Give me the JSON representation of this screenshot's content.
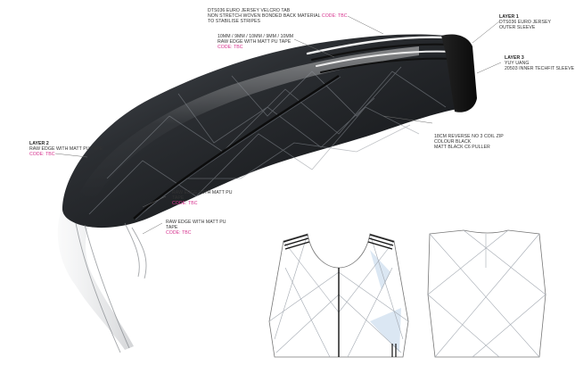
{
  "colors": {
    "code": "#d6338f",
    "sleeve_dark": "#1d1f22",
    "sleeve_mid": "#6b7077",
    "panel_line": "#9aa0a8",
    "panel_fill": "#dbe7f3",
    "stripe": "#1a1a1a"
  },
  "annotations": {
    "velcro_tab": {
      "lines": [
        "DTS036 EURO JERSEY VELCRO TAB",
        "NON STRETCH WOVEN BONDED BACK MATERIAL"
      ],
      "code": "CODE: TBC",
      "tail": "TO STABILISE STRIPES"
    },
    "raw_edge_top": {
      "lines": [
        "10mm / 9mm / 10mm / 9mm / 10mm",
        "RAW EDGE WITH MATT PU TAPE"
      ],
      "code": "CODE: TBC"
    },
    "layer1": {
      "title": "LAYER 1",
      "lines": [
        "DTS036 EURO JERSEY",
        "OUTER SLEEVE"
      ]
    },
    "layer3": {
      "title": "LAYER 3",
      "lines": [
        "YUY UANG",
        "20503 INNER TECHFIT SLEEVE"
      ]
    },
    "zip": {
      "lines": [
        "18CM REVERSE NO 3 COIL ZIP",
        "COLOUR BLACK",
        "MATT BLACK C6 PULLER"
      ]
    },
    "layer2": {
      "title": "LAYER 2",
      "lines": [
        "RAW EDGE WITH MATT PU TAPE"
      ],
      "code": "CODE: TBC"
    },
    "raw_edge_mid": {
      "lines": [
        "RAW EDGE WITH MATT PU",
        "TAPE"
      ],
      "code": "CODE: TBC"
    },
    "raw_edge_low": {
      "lines": [
        "RAW EDGE WITH MATT PU",
        "TAPE"
      ],
      "code": "CODE: TBC"
    }
  }
}
